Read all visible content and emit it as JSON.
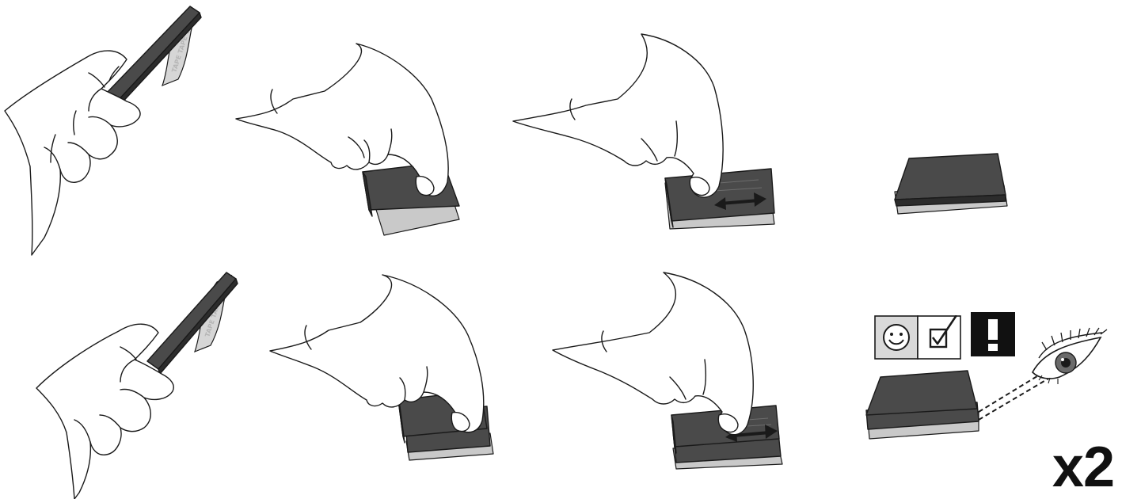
{
  "figure": {
    "rows": 2,
    "steps_per_row": 4,
    "tape_text": "TAPE TAPE TAPE",
    "multiplier": "x2",
    "icons": [
      "smiley-icon",
      "checkbox-checked-icon",
      "exclamation-icon",
      "eye-icon"
    ],
    "colors": {
      "pad": "#4a4a4a",
      "pad_edge": "#2c2c2c",
      "liner": "#c9c9c9",
      "line": "#1a1a1a",
      "icon_bg": "#d9d9d9"
    }
  }
}
